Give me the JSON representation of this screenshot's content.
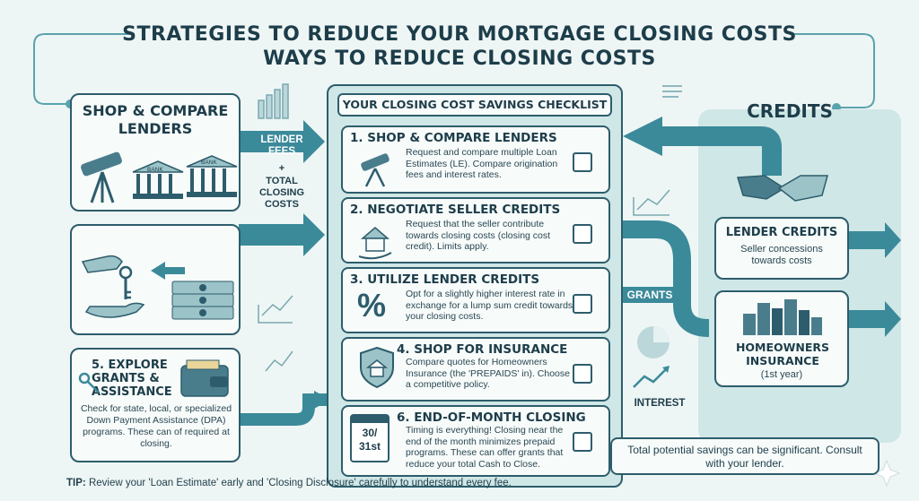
{
  "title_line1": "STRATEGIES TO REDUCE YOUR MORTGAGE CLOSING COSTS",
  "title_line2": "WAYS TO REDUCE CLOSING COSTS",
  "left": {
    "shop_title": "SHOP & COMPARE LENDERS",
    "bank_label": "BANK",
    "explore_title": "5. EXPLORE GRANTS & ASSISTANCE",
    "explore_desc": "Check for state, local, or specialized Down Payment Assistance (DPA) programs. These can of required at closing."
  },
  "arrow_labels": {
    "lender_fees": "LENDER FEES",
    "plus": "+",
    "total_closing": "TOTAL CLOSING COSTS",
    "grants": "GRANTS",
    "interest": "INTEREST"
  },
  "checklist": {
    "header": "YOUR CLOSING COST SAVINGS CHECKLIST",
    "items": [
      {
        "title": "1. SHOP & COMPARE LENDERS",
        "desc": "Request and compare multiple Loan Estimates (LE). Compare origination fees and interest rates.",
        "icon": "telescope-icon"
      },
      {
        "title": "2. NEGOTIATE SELLER CREDITS",
        "desc": "Request that the seller contribute towards closing costs (closing cost credit). Limits apply.",
        "icon": "house-hand-icon"
      },
      {
        "title": "3. UTILIZE LENDER CREDITS",
        "desc": "Opt for a slightly higher interest rate in exchange for a lump sum credit towards your closing costs.",
        "icon": "percent-icon"
      },
      {
        "title": "4. SHOP FOR INSURANCE",
        "desc": "Compare quotes for Homeowners Insurance (the 'PREPAIDS' in). Choose a competitive policy.",
        "icon": "shield-house-icon"
      },
      {
        "title": "6. END-OF-MONTH CLOSING",
        "desc": "Timing is everything! Closing near the end of the month minimizes prepaid programs. These can offer grants that reduce your total Cash to Close.",
        "icon": "calendar-icon",
        "calendar_text": "30/ 31st"
      }
    ]
  },
  "right": {
    "credits_title": "CREDITS",
    "lender_credits_title": "LENDER CREDITS",
    "lender_credits_desc": "Seller concessions towards costs",
    "homeowners_title": "HOMEOWNERS INSURANCE",
    "homeowners_sub": "(1st year)",
    "savings_note": "Total potential savings can be significant. Consult with your lender."
  },
  "tip": {
    "label": "TIP:",
    "text": "Review your 'Loan Estimate' early and 'Closing Disclosure' carefully to understand every fee."
  },
  "colors": {
    "teal_dark": "#2d6e80",
    "teal_arrow": "#3b8a9a",
    "panel": "#cfe7e6",
    "ink": "#1d3d4a"
  }
}
